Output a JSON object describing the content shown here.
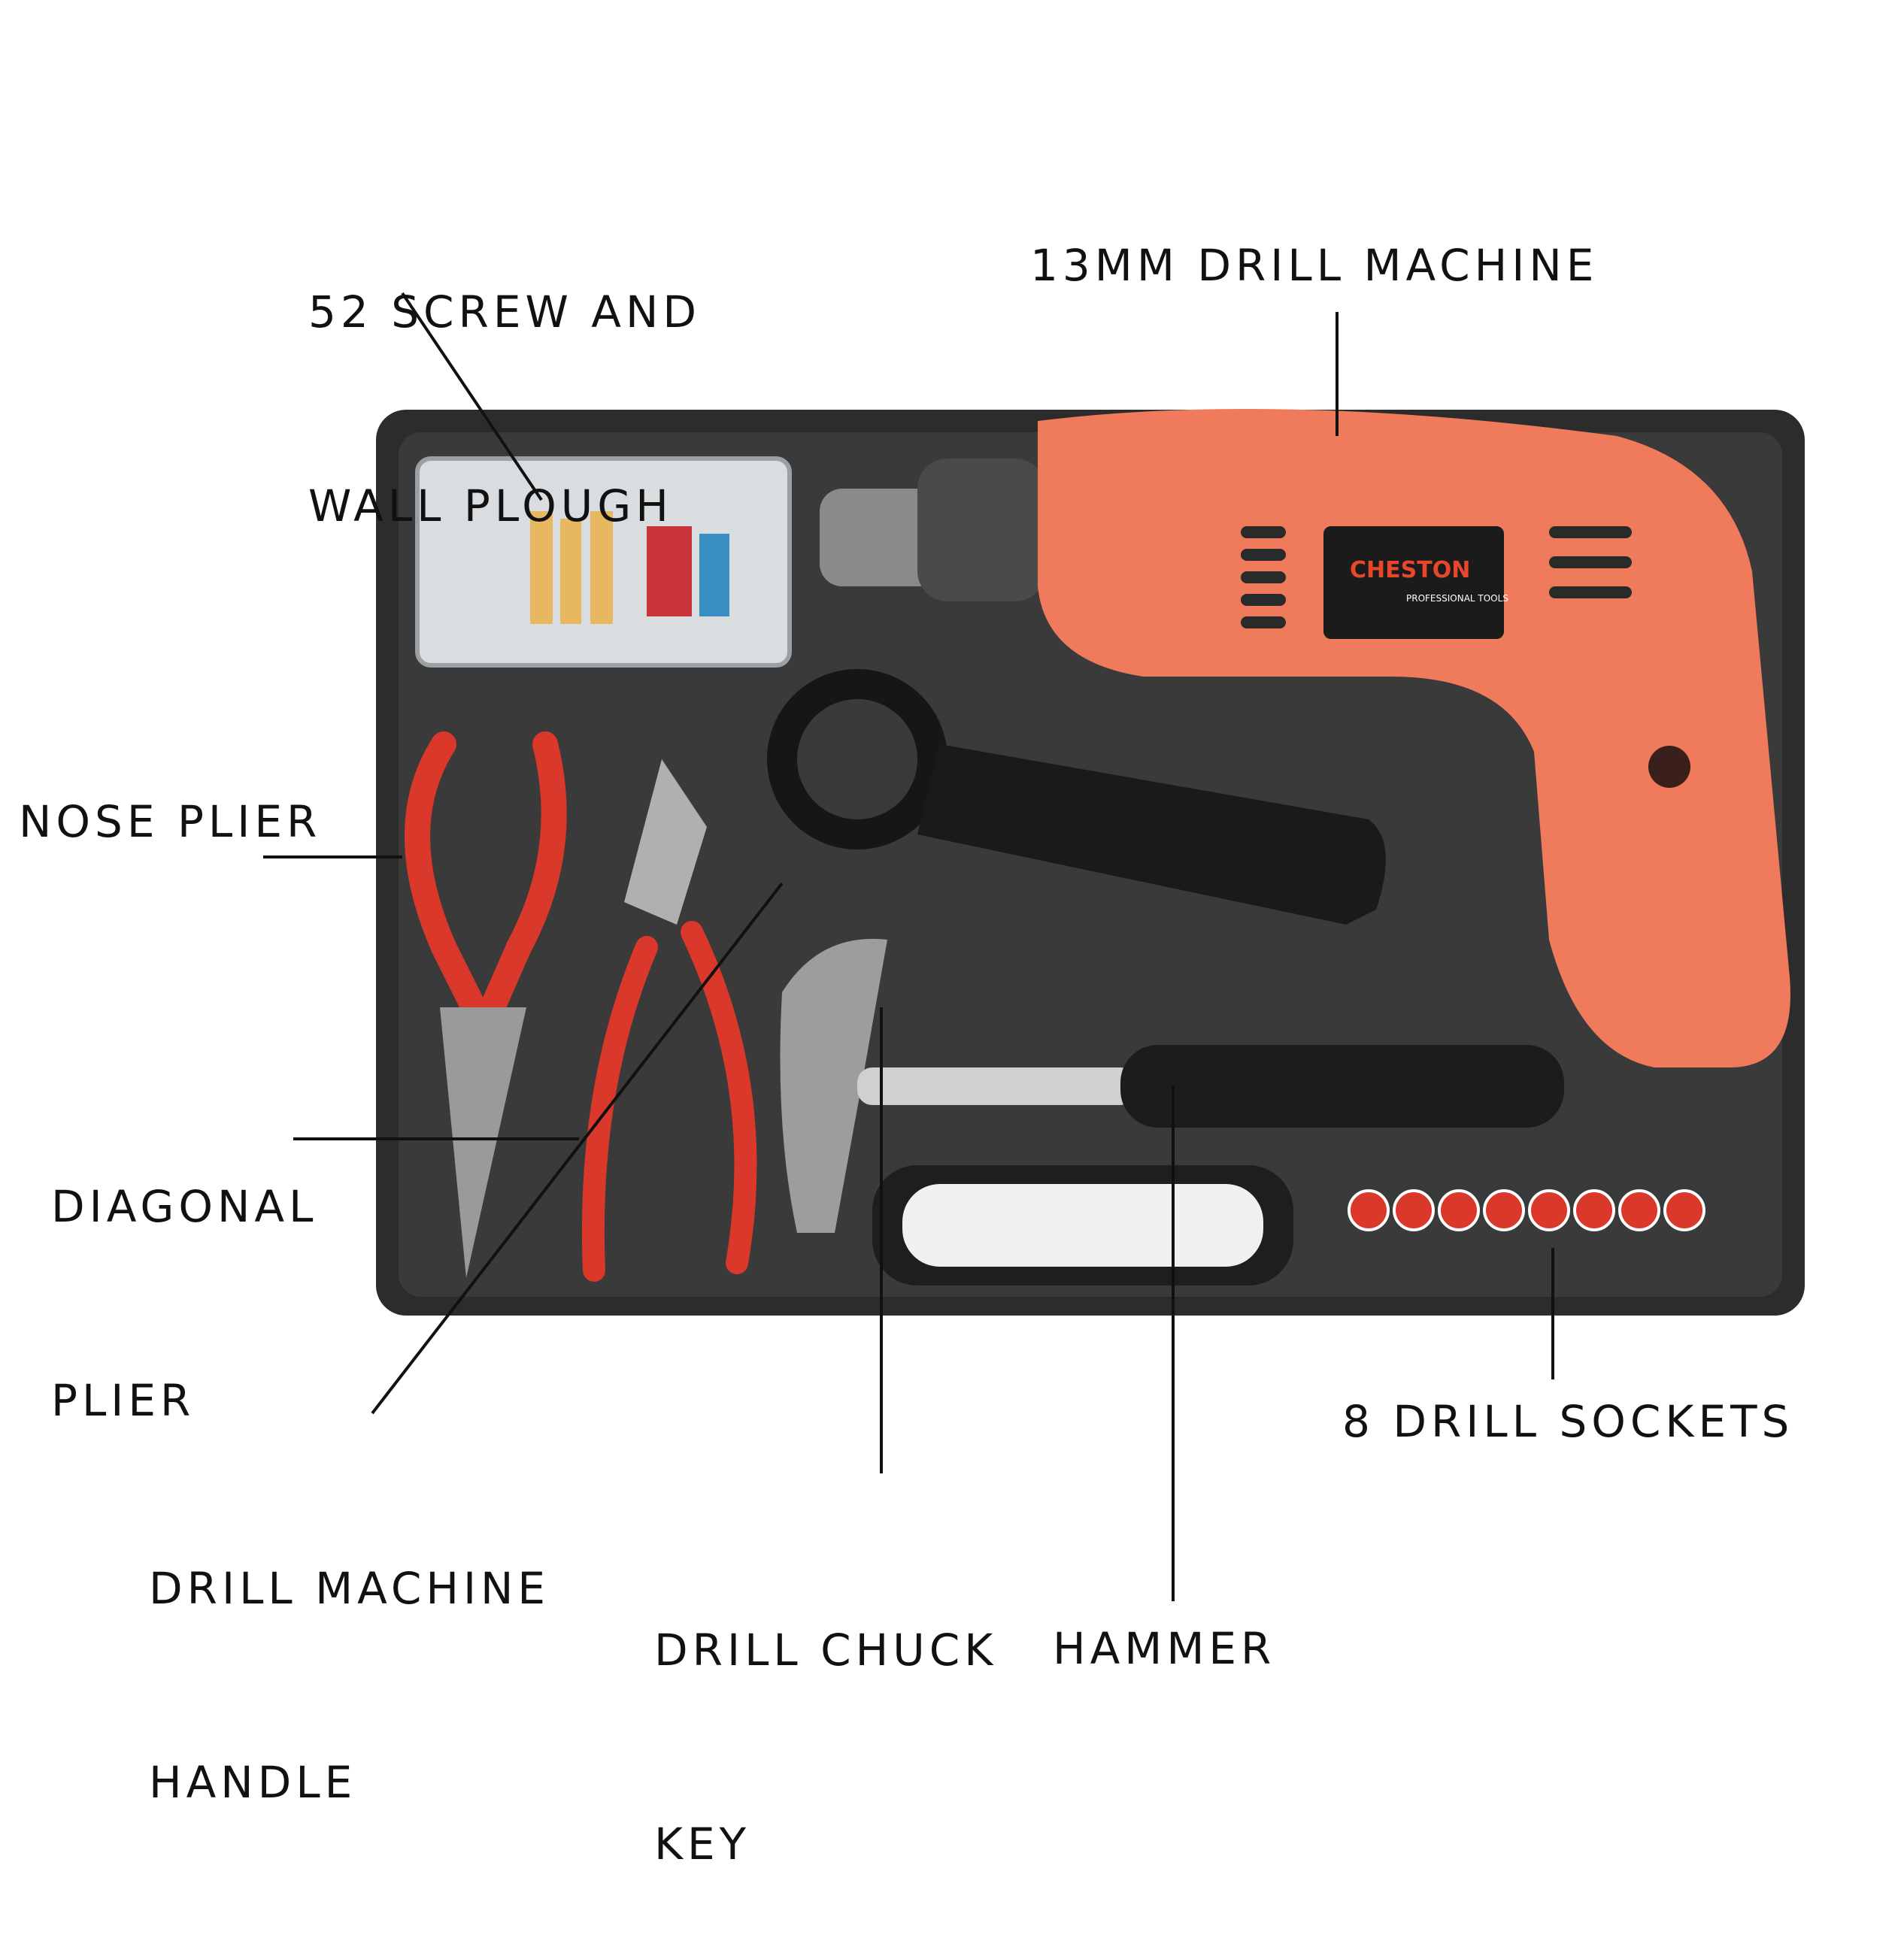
{
  "labels": {
    "screws": [
      "52 SCREW AND",
      "WALL PLOUGH"
    ],
    "drill": "13MM DRILL MACHINE",
    "nose_plier": "NOSE PLIER",
    "diagonal_plier": [
      "DIAGONAL",
      "PLIER"
    ],
    "drill_handle": [
      "DRILL MACHINE",
      "HANDLE"
    ],
    "chuck_key": [
      "DRILL CHUCK",
      "KEY"
    ],
    "hammer": "HAMMER",
    "sockets": "8 DRILL SOCKETS"
  },
  "brand": {
    "name": "CHESTON",
    "tagline": "PROFESSIONAL TOOLS"
  },
  "colors": {
    "case": "#2a2a2a",
    "drill_body": "#f07a5c",
    "plier_grip": "#d9382a",
    "text": "#111111"
  }
}
